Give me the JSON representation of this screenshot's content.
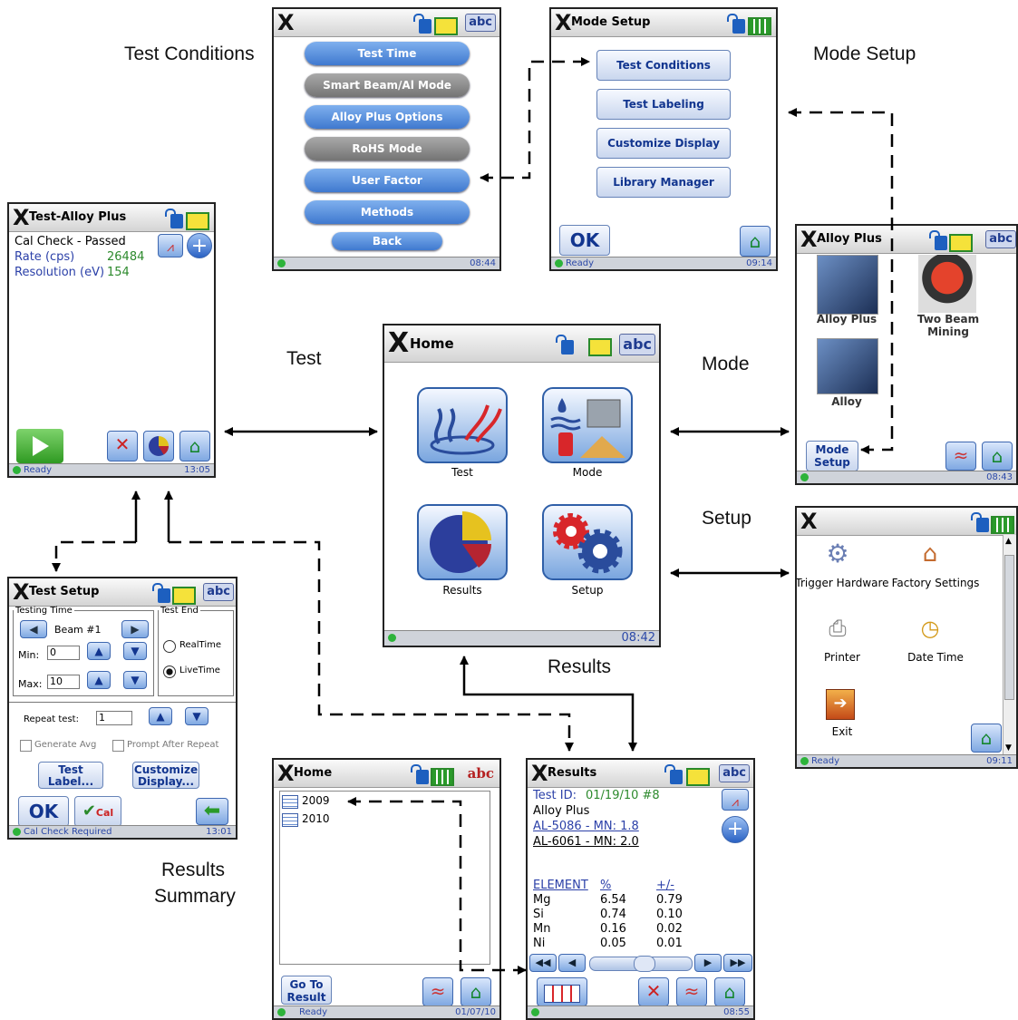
{
  "labels": {
    "test_conditions": "Test Conditions",
    "mode_setup": "Mode Setup",
    "test": "Test",
    "mode": "Mode",
    "setup": "Setup",
    "results": "Results",
    "results_summary_1": "Results",
    "results_summary_2": "Summary"
  },
  "test_conditions_screen": {
    "buttons": [
      "Test Time",
      "Smart Beam/Al Mode",
      "Alloy Plus Options",
      "RoHS Mode",
      "User Factor",
      "Methods",
      "Back"
    ],
    "time": "08:44"
  },
  "mode_setup_screen": {
    "title": "Mode Setup",
    "buttons": [
      "Test Conditions",
      "Test Labeling",
      "Customize Display",
      "Library Manager"
    ],
    "ok": "OK",
    "status": "Ready",
    "time": "09:14"
  },
  "test_screen": {
    "title": "Test-Alloy Plus",
    "cal_check": "Cal Check - Passed",
    "rate_label": "Rate (cps)",
    "rate_value": "26484",
    "resolution_label": "Resolution (eV)",
    "resolution_value": "154",
    "status": "Ready",
    "time": "13:05"
  },
  "home_screen": {
    "title": "Home",
    "abc": "abc",
    "icons": [
      "Test",
      "Mode",
      "Results",
      "Setup"
    ],
    "time": "08:42"
  },
  "alloy_screen": {
    "title": "Alloy Plus",
    "items": [
      "Alloy Plus",
      "Two Beam Mining",
      "Alloy"
    ],
    "mode_setup_btn_1": "Mode",
    "mode_setup_btn_2": "Setup",
    "time": "08:43"
  },
  "setup_screen": {
    "items": [
      "Trigger Hardware",
      "Factory Settings",
      "Printer",
      "Date Time",
      "Exit"
    ],
    "status": "Ready",
    "time": "09:11"
  },
  "test_setup_screen": {
    "title": "Test Setup",
    "testing_time": "Testing Time",
    "test_end": "Test End",
    "beam": "Beam #1",
    "min_label": "Min:",
    "min_value": "0",
    "max_label": "Max:",
    "max_value": "10",
    "realtime": "RealTime",
    "livetime": "LiveTime",
    "repeat_label": "Repeat test:",
    "repeat_value": "1",
    "generate_avg": "Generate Avg",
    "prompt_after": "Prompt After Repeat",
    "test_label_1": "Test",
    "test_label_2": "Label...",
    "customize_1": "Customize",
    "customize_2": "Display...",
    "ok": "OK",
    "cal": "Cal",
    "status": "Cal Check Required",
    "time": "13:01"
  },
  "results_summary_screen": {
    "title": "Home",
    "years": [
      "2009",
      "2010"
    ],
    "go_to_1": "Go To",
    "go_to_2": "Result",
    "status": "Ready",
    "time": "01/07/10"
  },
  "results_screen": {
    "title": "Results",
    "test_id_label": "Test ID:",
    "test_id_value": "01/19/10 #8",
    "alloy": "Alloy Plus",
    "match1": "AL-5086 - MN: 1.8",
    "match2": "AL-6061 - MN: 2.0",
    "col_element": "ELEMENT",
    "col_pct": "%",
    "col_err": "+/-",
    "rows": [
      {
        "el": "Mg",
        "pct": "6.54",
        "err": "0.79"
      },
      {
        "el": "Si",
        "pct": "0.74",
        "err": "0.10"
      },
      {
        "el": "Mn",
        "pct": "0.16",
        "err": "0.02"
      },
      {
        "el": "Ni",
        "pct": "0.05",
        "err": "0.01"
      }
    ],
    "time": "08:55"
  }
}
